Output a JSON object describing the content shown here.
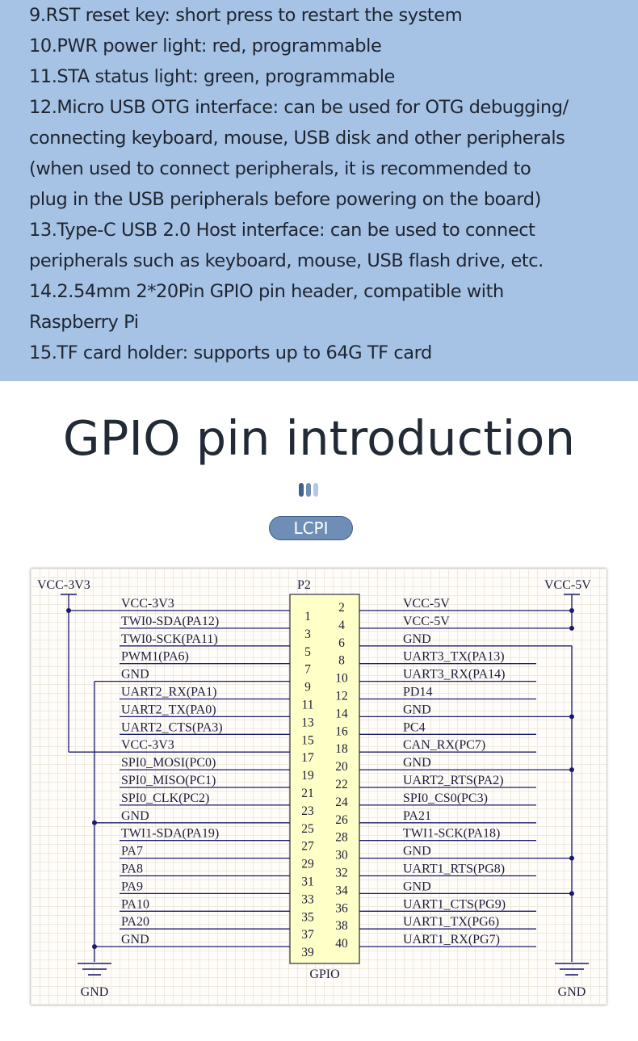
{
  "features": [
    "9.RST reset key: short press to restart the system",
    "10.PWR power light: red, programmable",
    "11.STA status light: green, programmable",
    "12.Micro USB OTG interface: can be used for OTG debugging/",
    "connecting keyboard, mouse, USB disk and other peripherals",
    "(when used to connect peripherals, it is recommended to",
    "plug in the USB peripherals before powering on the board)",
    "13.Type-C USB 2.0 Host interface: can be used to connect",
    "peripherals such as keyboard, mouse, USB flash drive, etc.",
    "14.2.54mm 2*20Pin GPIO pin header, compatible with",
    "Raspberry Pi",
    "15.TF card holder: supports up to 64G TF card"
  ],
  "section_title": "GPIO pin introduction",
  "badge_label": "LCPI",
  "colors": {
    "feature_bg": "#a6c3e6",
    "badge_bg": "#6f8eb6",
    "header_fill": "#ffffc8",
    "wire": "#1a1a6e",
    "bars": [
      "#3f5f8d",
      "#6f8eb6",
      "#b4c8e2"
    ]
  },
  "schematic": {
    "connector_ref": "P2",
    "connector_name": "GPIO",
    "left_supply": "VCC-3V3",
    "right_supply": "VCC-5V",
    "ground_left": "GND",
    "ground_right": "GND",
    "left_pins": [
      {
        "pin": "1",
        "label": "VCC-3V3"
      },
      {
        "pin": "3",
        "label": "TWI0-SDA(PA12)"
      },
      {
        "pin": "5",
        "label": "TWI0-SCK(PA11)"
      },
      {
        "pin": "7",
        "label": "PWM1(PA6)"
      },
      {
        "pin": "9",
        "label": "GND"
      },
      {
        "pin": "11",
        "label": "UART2_RX(PA1)"
      },
      {
        "pin": "13",
        "label": "UART2_TX(PA0)"
      },
      {
        "pin": "15",
        "label": "UART2_CTS(PA3)"
      },
      {
        "pin": "17",
        "label": "VCC-3V3"
      },
      {
        "pin": "19",
        "label": "SPI0_MOSI(PC0)"
      },
      {
        "pin": "21",
        "label": "SPI0_MISO(PC1)"
      },
      {
        "pin": "23",
        "label": "SPI0_CLK(PC2)"
      },
      {
        "pin": "25",
        "label": "GND"
      },
      {
        "pin": "27",
        "label": "TWI1-SDA(PA19)"
      },
      {
        "pin": "29",
        "label": "PA7"
      },
      {
        "pin": "31",
        "label": "PA8"
      },
      {
        "pin": "33",
        "label": "PA9"
      },
      {
        "pin": "35",
        "label": "PA10"
      },
      {
        "pin": "37",
        "label": "PA20"
      },
      {
        "pin": "39",
        "label": "GND"
      }
    ],
    "right_pins": [
      {
        "pin": "2",
        "label": "VCC-5V"
      },
      {
        "pin": "4",
        "label": "VCC-5V"
      },
      {
        "pin": "6",
        "label": "GND"
      },
      {
        "pin": "8",
        "label": "UART3_TX(PA13)"
      },
      {
        "pin": "10",
        "label": "UART3_RX(PA14)"
      },
      {
        "pin": "12",
        "label": "PD14"
      },
      {
        "pin": "14",
        "label": "GND"
      },
      {
        "pin": "16",
        "label": "PC4"
      },
      {
        "pin": "18",
        "label": "CAN_RX(PC7)"
      },
      {
        "pin": "20",
        "label": "GND"
      },
      {
        "pin": "22",
        "label": "UART2_RTS(PA2)"
      },
      {
        "pin": "24",
        "label": "SPI0_CS0(PC3)"
      },
      {
        "pin": "26",
        "label": "PA21"
      },
      {
        "pin": "28",
        "label": "TWI1-SCK(PA18)"
      },
      {
        "pin": "30",
        "label": "GND"
      },
      {
        "pin": "32",
        "label": "UART1_RTS(PG8)"
      },
      {
        "pin": "34",
        "label": "GND"
      },
      {
        "pin": "36",
        "label": "UART1_CTS(PG9)"
      },
      {
        "pin": "38",
        "label": "UART1_TX(PG6)"
      },
      {
        "pin": "40",
        "label": "UART1_RX(PG7)"
      }
    ]
  }
}
